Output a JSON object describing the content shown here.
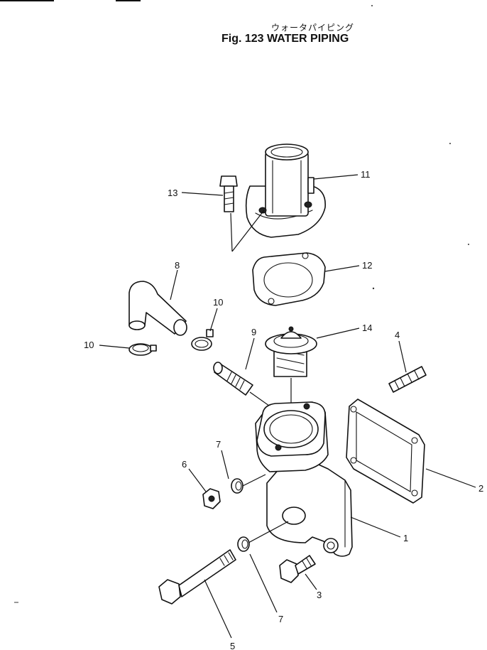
{
  "figure": {
    "title_jp": "ウォータパイピング",
    "title_en": "Fig. 123  WATER PIPING"
  },
  "callouts": [
    {
      "id": "c1",
      "label": "1"
    },
    {
      "id": "c2",
      "label": "2"
    },
    {
      "id": "c3",
      "label": "3"
    },
    {
      "id": "c4",
      "label": "4"
    },
    {
      "id": "c5",
      "label": "5"
    },
    {
      "id": "c6",
      "label": "6"
    },
    {
      "id": "c7a",
      "label": "7"
    },
    {
      "id": "c7b",
      "label": "7"
    },
    {
      "id": "c8",
      "label": "8"
    },
    {
      "id": "c9",
      "label": "9"
    },
    {
      "id": "c10a",
      "label": "10"
    },
    {
      "id": "c10b",
      "label": "10"
    },
    {
      "id": "c11",
      "label": "11"
    },
    {
      "id": "c12",
      "label": "12"
    },
    {
      "id": "c13",
      "label": "13"
    },
    {
      "id": "c14",
      "label": "14"
    }
  ]
}
